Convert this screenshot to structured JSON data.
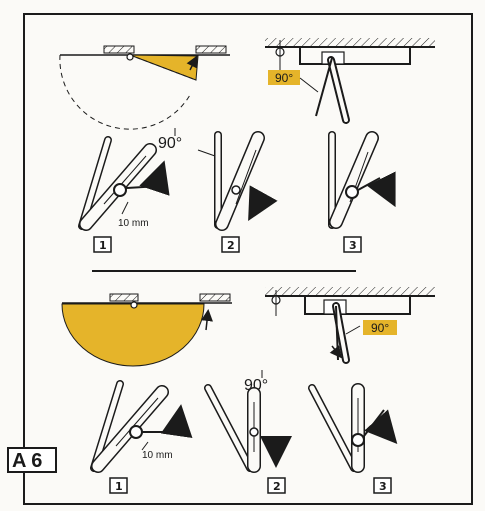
{
  "colors": {
    "ink": "#1b1b1b",
    "yellow": "#e5b42a",
    "paper": "#fbfaf7"
  },
  "section_label": "A 6",
  "upper": {
    "angle_label": "90°",
    "middle_angle_label": "90°",
    "dimension_label": "10 mm",
    "steps": [
      "1",
      "2",
      "3"
    ]
  },
  "lower": {
    "angle_label": "90°",
    "middle_angle_label": "90°",
    "dimension_label": "10 mm",
    "steps": [
      "1",
      "2",
      "3"
    ]
  }
}
